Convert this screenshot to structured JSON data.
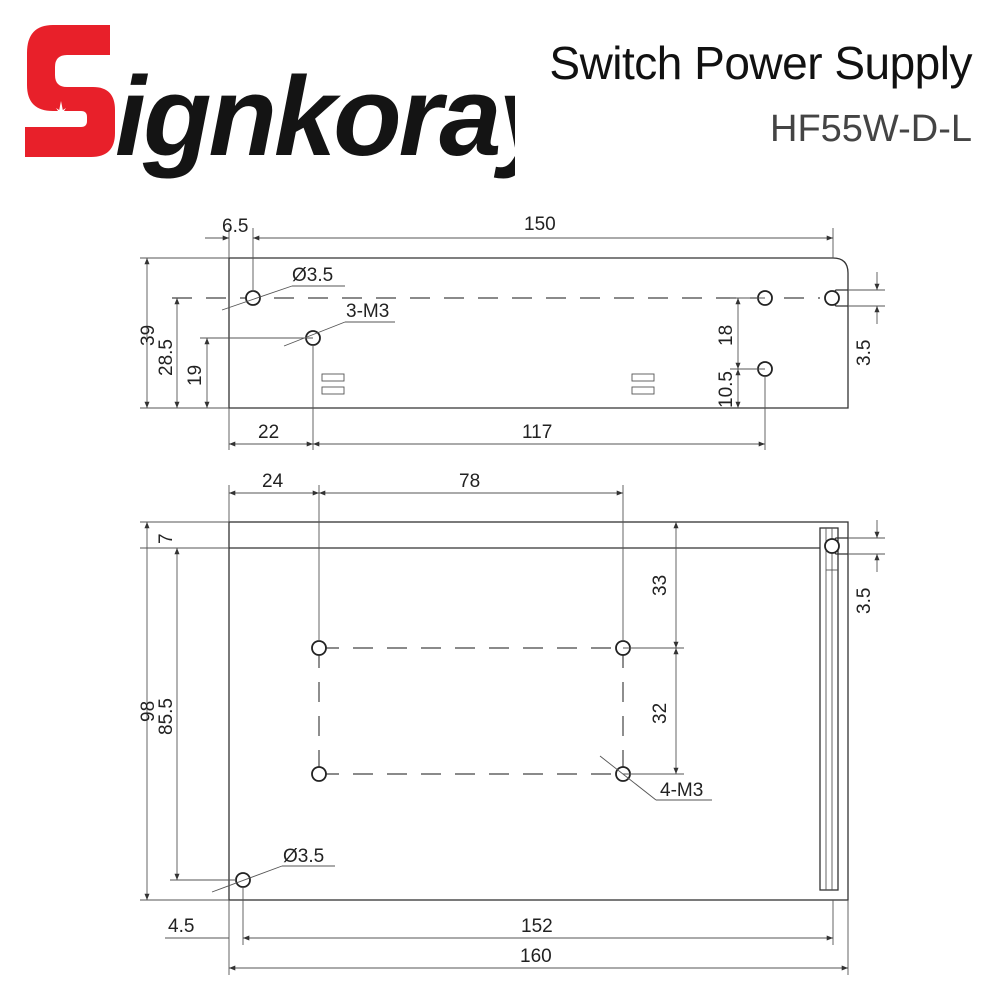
{
  "brand": {
    "logo_text": "Signkoray",
    "logo_colors": {
      "red": "#e8202a",
      "black": "#141414"
    }
  },
  "header": {
    "title": "Switch Power Supply",
    "model": "HF55W-D-L"
  },
  "drawing": {
    "side_view": {
      "dim_top_offset": "6.5",
      "dim_top_length": "150",
      "hole_diameter_label": "Ø3.5",
      "screw_label": "3-M3",
      "dim_height_total": "39",
      "dim_height_hole": "28.5",
      "dim_height_screw": "19",
      "dim_right_upper": "18",
      "dim_right_lower": "10.5",
      "dim_slot": "3.5",
      "dim_bottom_left": "22",
      "dim_bottom_right": "117"
    },
    "top_view": {
      "dim_top_left": "24",
      "dim_top_span": "78",
      "dim_left_top": "7",
      "dim_left_total": "98",
      "dim_left_hole": "85.5",
      "dim_right_upper": "33",
      "dim_right_lower": "32",
      "dim_slot": "3.5",
      "screw_label": "4-M3",
      "hole_diameter_label": "Ø3.5",
      "dim_bottom_offset": "4.5",
      "dim_bottom_holes": "152",
      "dim_bottom_total": "160"
    }
  }
}
